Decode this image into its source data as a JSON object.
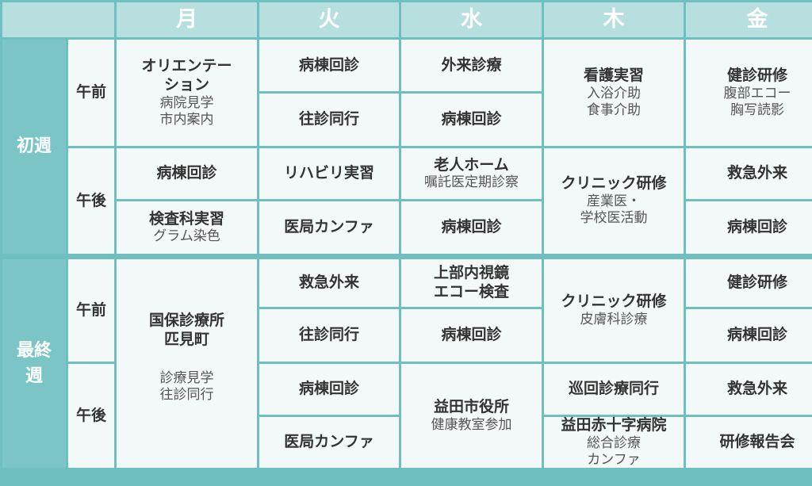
{
  "days": [
    "月",
    "火",
    "水",
    "木",
    "金"
  ],
  "week1": {
    "label": "初週",
    "am": "午前",
    "pm": "午後",
    "mon_am": {
      "title": "オリエンテーション",
      "sub1": "病院見学",
      "sub2": "市内案内"
    },
    "tue_am1": "病棟回診",
    "tue_am2": "往診同行",
    "wed_am1": "外来診療",
    "wed_am2": "病棟回診",
    "thu_am": {
      "title": "看護実習",
      "sub1": "入浴介助",
      "sub2": "食事介助"
    },
    "fri_am": {
      "title": "健診研修",
      "sub1": "腹部エコー",
      "sub2": "胸写読影"
    },
    "mon_pm1": "病棟回診",
    "mon_pm2": {
      "title": "検査科実習",
      "sub1": "グラム染色"
    },
    "tue_pm1": "リハビリ実習",
    "tue_pm2": "医局カンファ",
    "wed_pm1": {
      "title": "老人ホーム",
      "sub1": "嘱託医定期診察"
    },
    "wed_pm2": "病棟回診",
    "thu_pm": {
      "title": "クリニック研修",
      "sub1": "産業医・",
      "sub2": "学校医活動"
    },
    "fri_pm1": "救急外来",
    "fri_pm2": "病棟回診"
  },
  "week2": {
    "label1": "最終",
    "label2": "週",
    "am": "午前",
    "pm": "午後",
    "mon": {
      "title1": "国保診療所",
      "title2": "匹見町",
      "sub1": "診療見学",
      "sub2": "往診同行"
    },
    "tue_am1": "救急外来",
    "tue_am2": "往診同行",
    "wed_am1": {
      "title1": "上部内視鏡",
      "title2": "エコー検査"
    },
    "wed_am2": "病棟回診",
    "thu_am": {
      "title": "クリニック研修",
      "sub1": "皮膚科診療"
    },
    "fri_am1": "健診研修",
    "fri_am2": "病棟回診",
    "tue_pm1": "病棟回診",
    "tue_pm2": "医局カンファ",
    "wed_pm": {
      "title": "益田市役所",
      "sub1": "健康教室参加"
    },
    "thu_pm1": "巡回診療同行",
    "thu_pm2": {
      "title": "益田赤十字病院",
      "sub1": "総合診療",
      "sub2": "カンファ"
    },
    "fri_pm1": "救急外来",
    "fri_pm2": "研修報告会"
  }
}
